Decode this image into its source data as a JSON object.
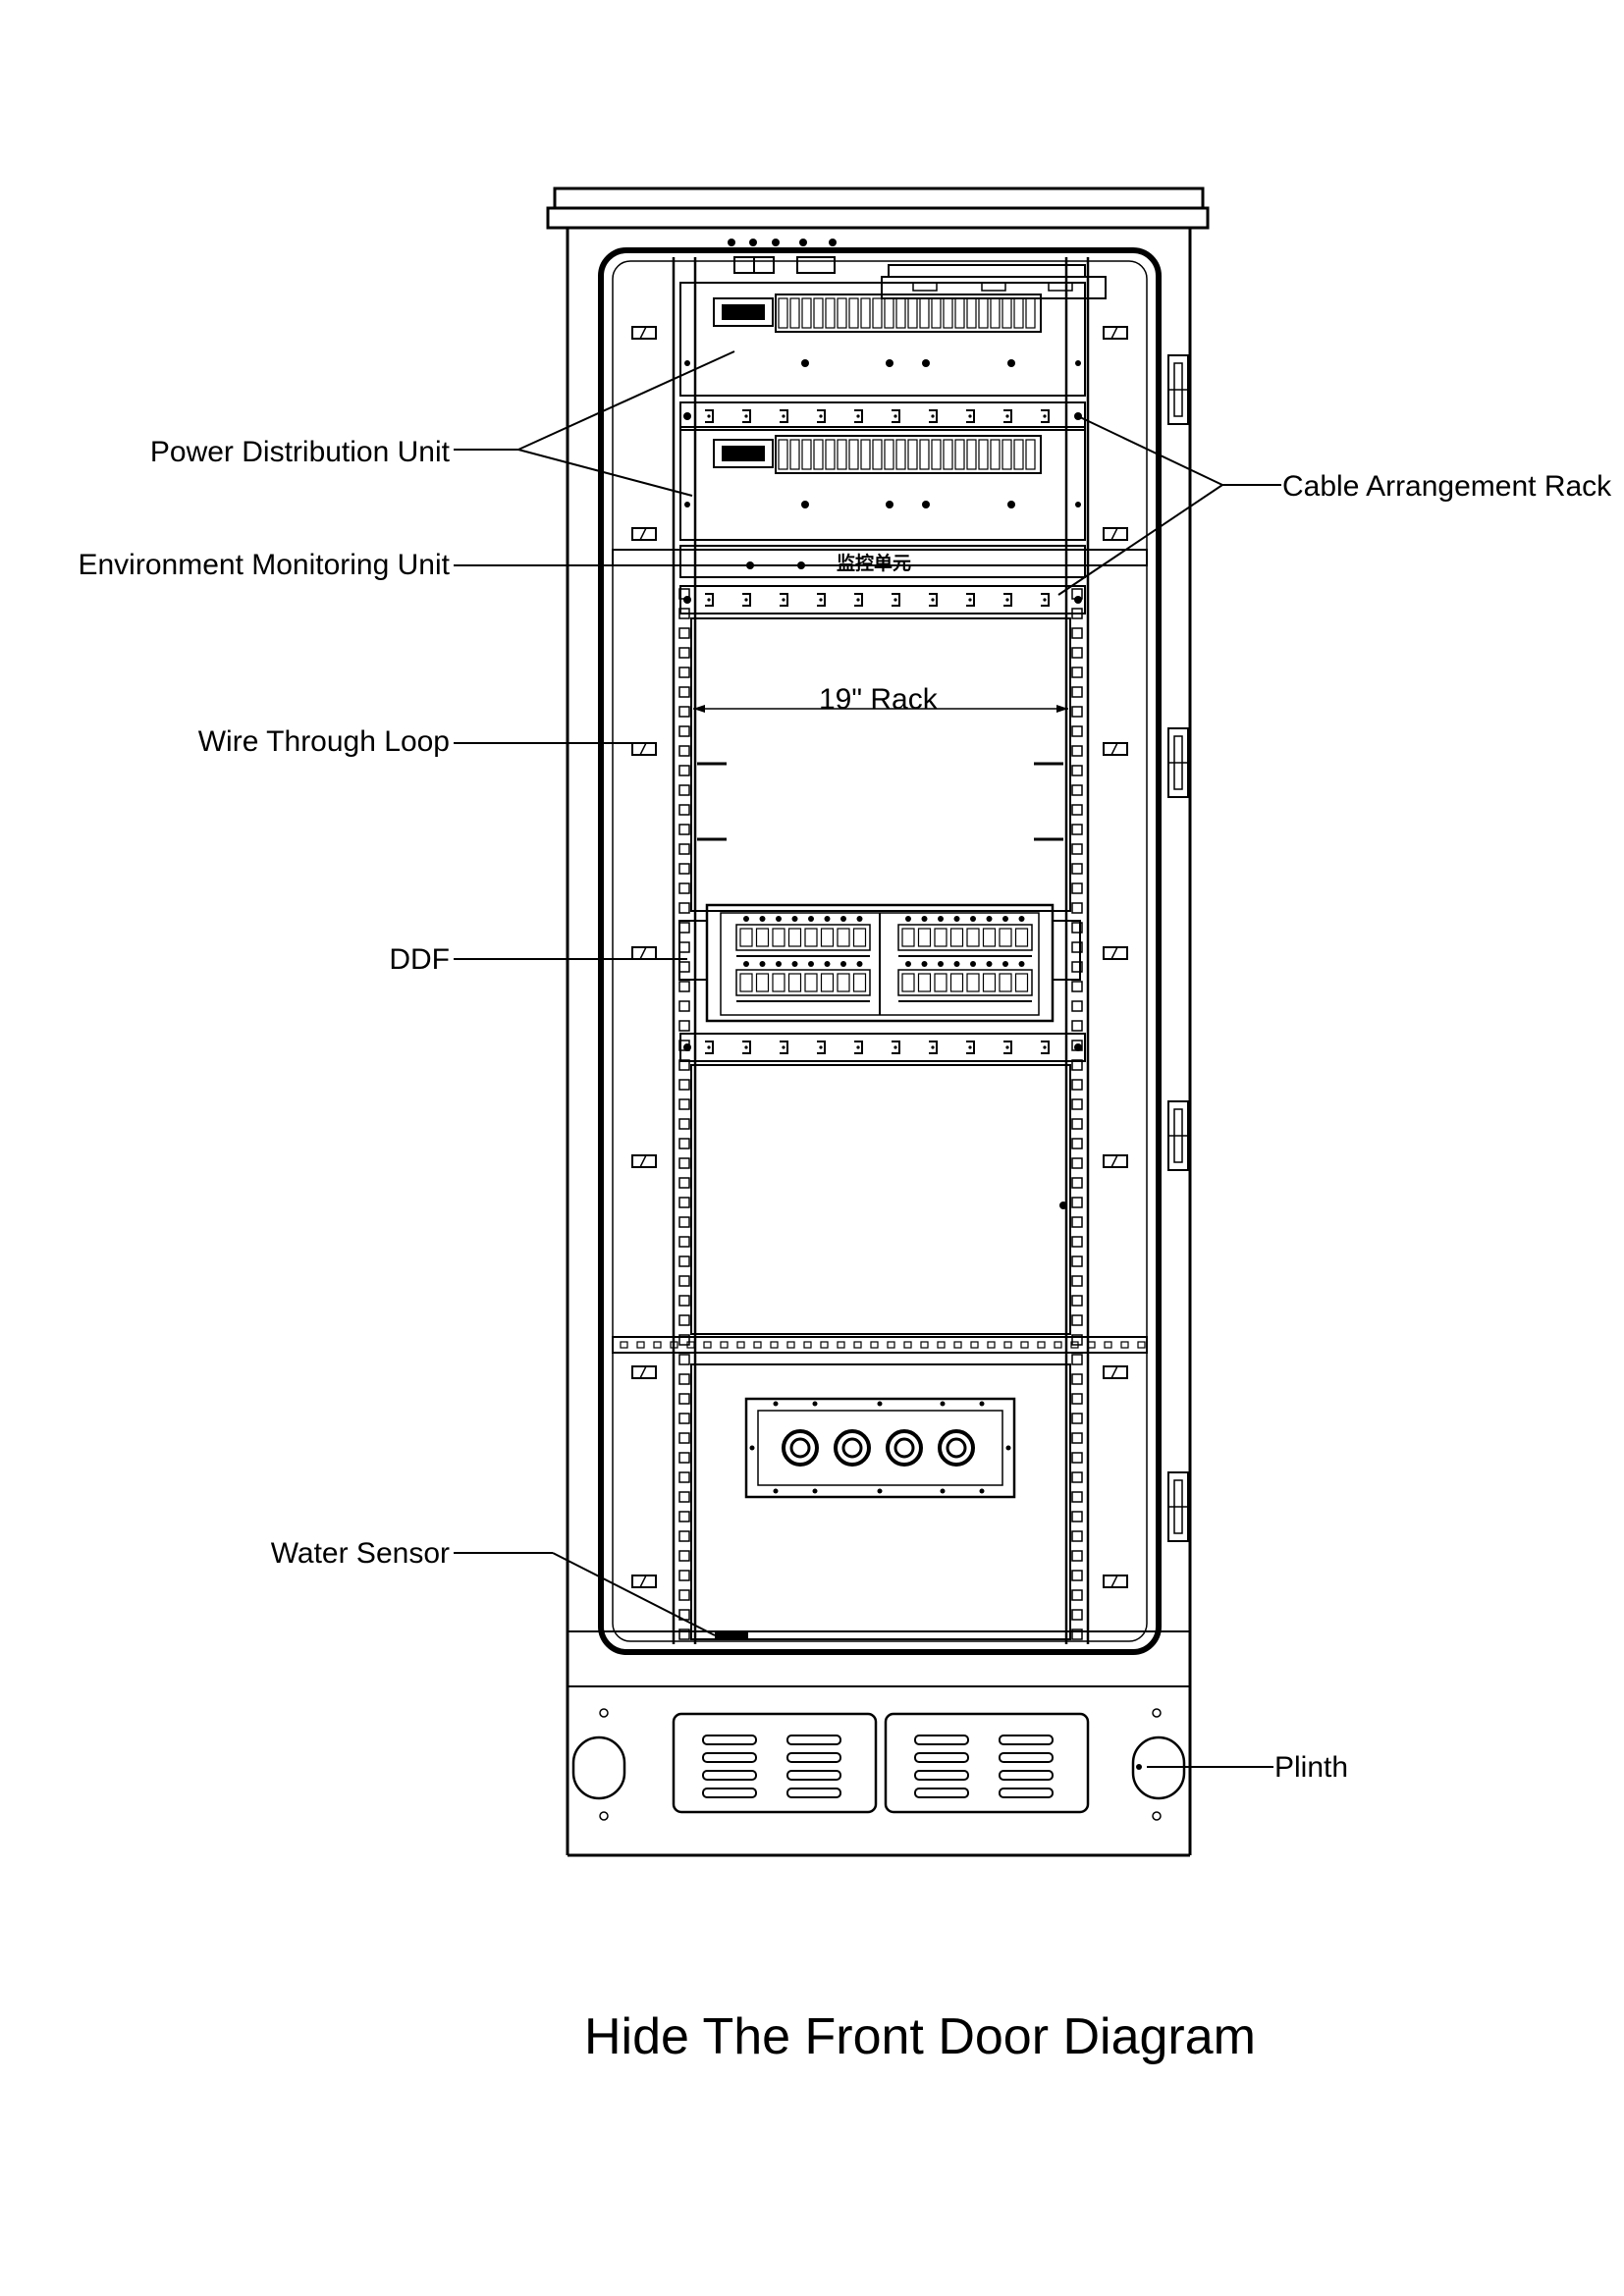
{
  "labels": {
    "power_distribution_unit": "Power Distribution Unit",
    "environment_monitoring_unit": "Environment Monitoring Unit",
    "wire_through_loop": "Wire Through Loop",
    "ddf": "DDF",
    "water_sensor": "Water Sensor",
    "cable_arrangement_rack": "Cable Arrangement Rack",
    "rack_19": "19\" Rack",
    "plinth": "Plinth",
    "monitoring_panel_text": "监控单元"
  },
  "title": "Hide The Front Door Diagram"
}
